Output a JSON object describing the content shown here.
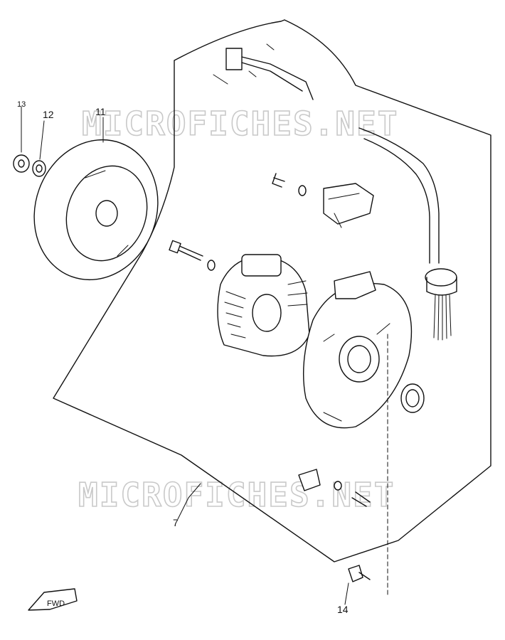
{
  "watermark": {
    "text": "MICROFICHES.NET"
  },
  "callouts": {
    "c13": "13",
    "c12": "12",
    "c11": "11",
    "c7": "7",
    "c14": "14"
  },
  "fwd_label": "FWD"
}
